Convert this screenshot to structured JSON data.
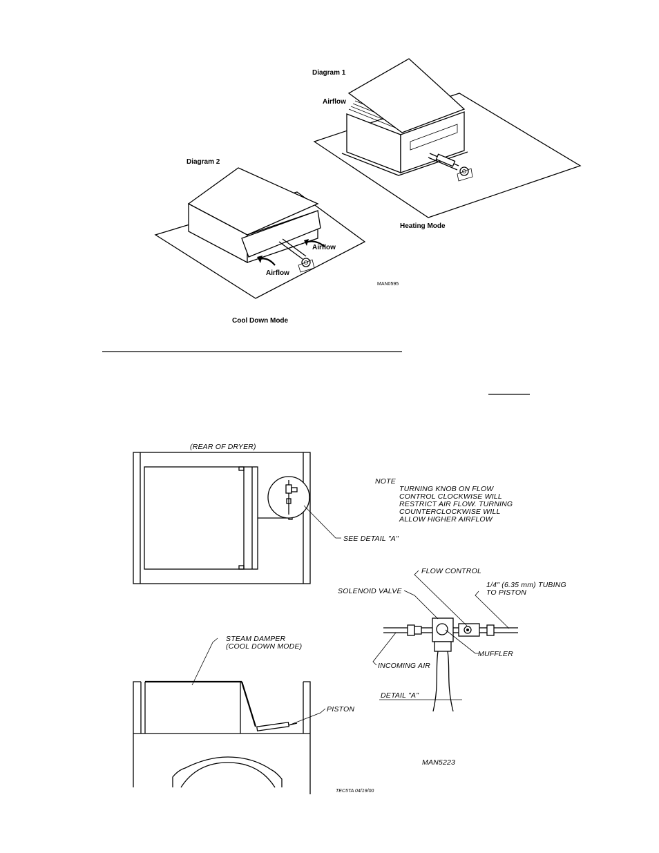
{
  "top_figure": {
    "diagram1": {
      "title": "Diagram 1",
      "airflow_label": "Airflow",
      "mode_label": "Heating Mode"
    },
    "diagram2": {
      "title": "Diagram 2",
      "airflow_label_right": "Airflow",
      "airflow_label_left": "Airflow",
      "mode_label": "Cool Down Mode"
    },
    "part_number": "MAN0595"
  },
  "bottom_figure": {
    "rear_label": "(REAR OF DRYER)",
    "note": {
      "heading": "NOTE",
      "lines": [
        "TURNING KNOB ON FLOW",
        "CONTROL CLOCKWISE WILL",
        "RESTRICT AIR FLOW. TURNING",
        "COUNTERCLOCKWISE WILL",
        "ALLOW HIGHER AIRFLOW"
      ]
    },
    "see_detail": "SEE DETAIL \"A\"",
    "flow_control": "FLOW CONTROL",
    "tubing_line1": "1/4\" (6.35 mm) TUBING",
    "tubing_line2": "TO PISTON",
    "solenoid_valve": "SOLENOID VALVE",
    "muffler": "MUFFLER",
    "incoming_air": "INCOMING AIR",
    "detail_a": "DETAIL \"A\"",
    "steam_damper_line1": "STEAM DAMPER",
    "steam_damper_line2": "(COOL DOWN MODE)",
    "piston": "PISTON",
    "part_number": "MAN5223",
    "drawing_ref": "TEC5TA 04/19/00"
  }
}
